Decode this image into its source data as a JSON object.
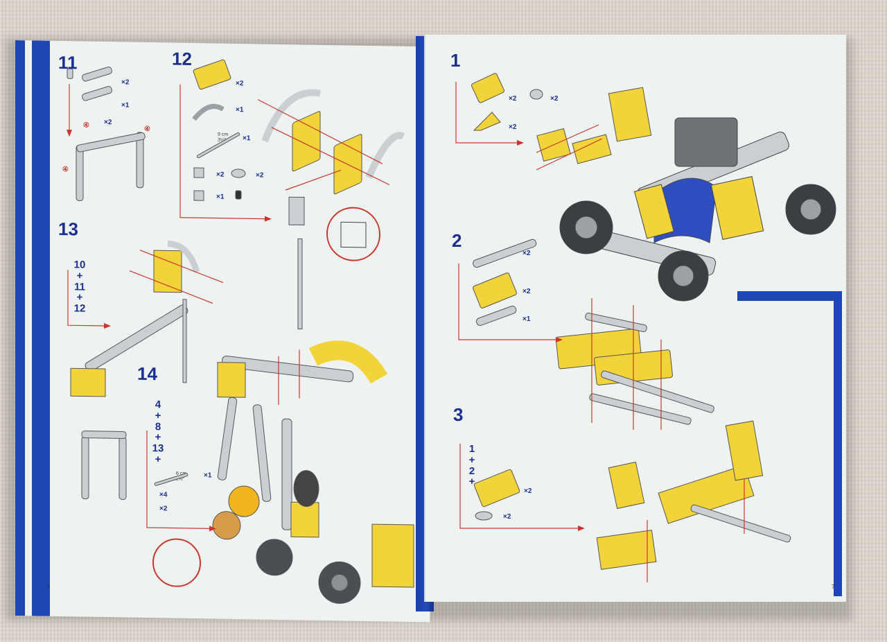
{
  "booklet": {
    "left_page": {
      "page_number": "6",
      "steps": [
        {
          "number": "11",
          "quantities": [
            "×2",
            "×1",
            "×2"
          ],
          "markers": [
            "④",
            "④",
            "④"
          ]
        },
        {
          "number": "12",
          "quantities": [
            "×2",
            "×1",
            "×1",
            "×2",
            "×1",
            "×2"
          ],
          "rod_spec": [
            "9 cm",
            "3½\""
          ]
        },
        {
          "number": "13",
          "combines": [
            "10",
            "+",
            "11",
            "+",
            "12"
          ]
        },
        {
          "number": "14",
          "combines": [
            "4",
            "+",
            "8",
            "+",
            "13",
            "+"
          ],
          "quantities": [
            "×1",
            "×4",
            "×2"
          ],
          "rod_spec": [
            "6 cm",
            "2½\""
          ]
        }
      ]
    },
    "right_page": {
      "page_number": "7",
      "steps": [
        {
          "number": "1",
          "quantities": [
            "×2",
            "×2",
            "×2"
          ]
        },
        {
          "number": "2",
          "quantities": [
            "×2",
            "×2",
            "×1"
          ]
        },
        {
          "number": "3",
          "combines": [
            "1",
            "+",
            "2",
            "+"
          ],
          "quantities": [
            "×2",
            "×2"
          ]
        }
      ]
    }
  },
  "colors": {
    "brand_blue": "#1f47b4",
    "part_yellow": "#f2d33a",
    "metal_silver": "#c9cfd3",
    "arrow_red": "#c9372c",
    "tire_gray": "#4b4f54"
  }
}
